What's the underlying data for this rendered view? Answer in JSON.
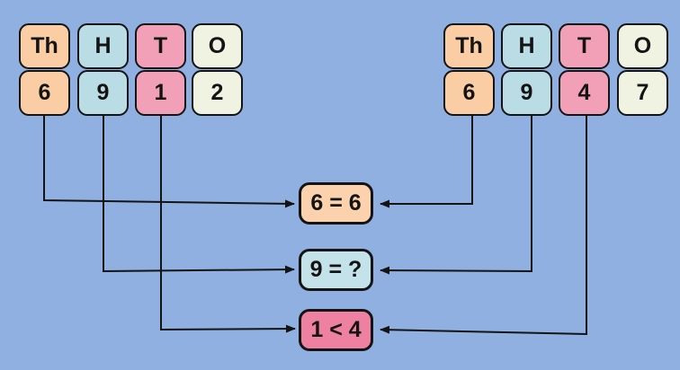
{
  "left_number": {
    "cells": [
      {
        "place": "Th",
        "digit": "6"
      },
      {
        "place": "H",
        "digit": "9"
      },
      {
        "place": "T",
        "digit": "1"
      },
      {
        "place": "O",
        "digit": "2"
      }
    ]
  },
  "right_number": {
    "cells": [
      {
        "place": "Th",
        "digit": "6"
      },
      {
        "place": "H",
        "digit": "9"
      },
      {
        "place": "T",
        "digit": "4"
      },
      {
        "place": "O",
        "digit": "7"
      }
    ]
  },
  "comparisons": [
    {
      "label": "6 = 6"
    },
    {
      "label": "9 = ?"
    },
    {
      "label": "1 < 4"
    }
  ],
  "colors": {
    "background": "#8FB0E0",
    "thousands": "#FBCDA4",
    "hundreds": "#BADCE4",
    "tens": "#F1A0B7",
    "ones": "#F0F2E2",
    "comparison_thousands": "#FCD1AD",
    "comparison_hundreds": "#C4E2E9",
    "comparison_tens": "#EE81A1",
    "line": "#141414"
  }
}
